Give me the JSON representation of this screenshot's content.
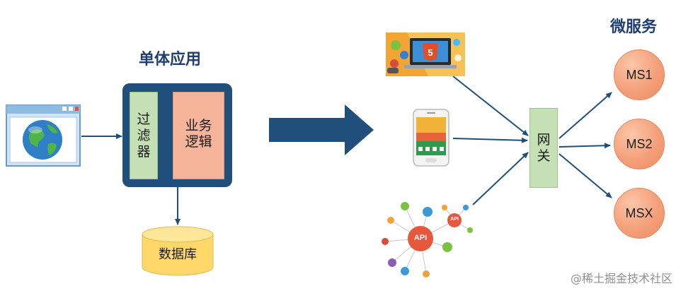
{
  "monolith": {
    "title": "单体应用",
    "filter_label": "过滤器",
    "business_logic_label": "业务逻辑",
    "database_label": "数据库"
  },
  "microservices": {
    "title": "微服务",
    "gateway_label": "网关",
    "services": [
      "MS1",
      "MS2",
      "MSX"
    ]
  },
  "clients": {
    "api_hub_center": "API",
    "api_hub_small": "API"
  },
  "watermark": "@稀土掘金技术社区",
  "colors": {
    "dark_blue": "#1f4f7a",
    "filter_green": "#c5e0b4",
    "logic_salmon": "#f6b59a",
    "db_yellow": "#ffd86a",
    "service_orange": "#f4a07a"
  }
}
